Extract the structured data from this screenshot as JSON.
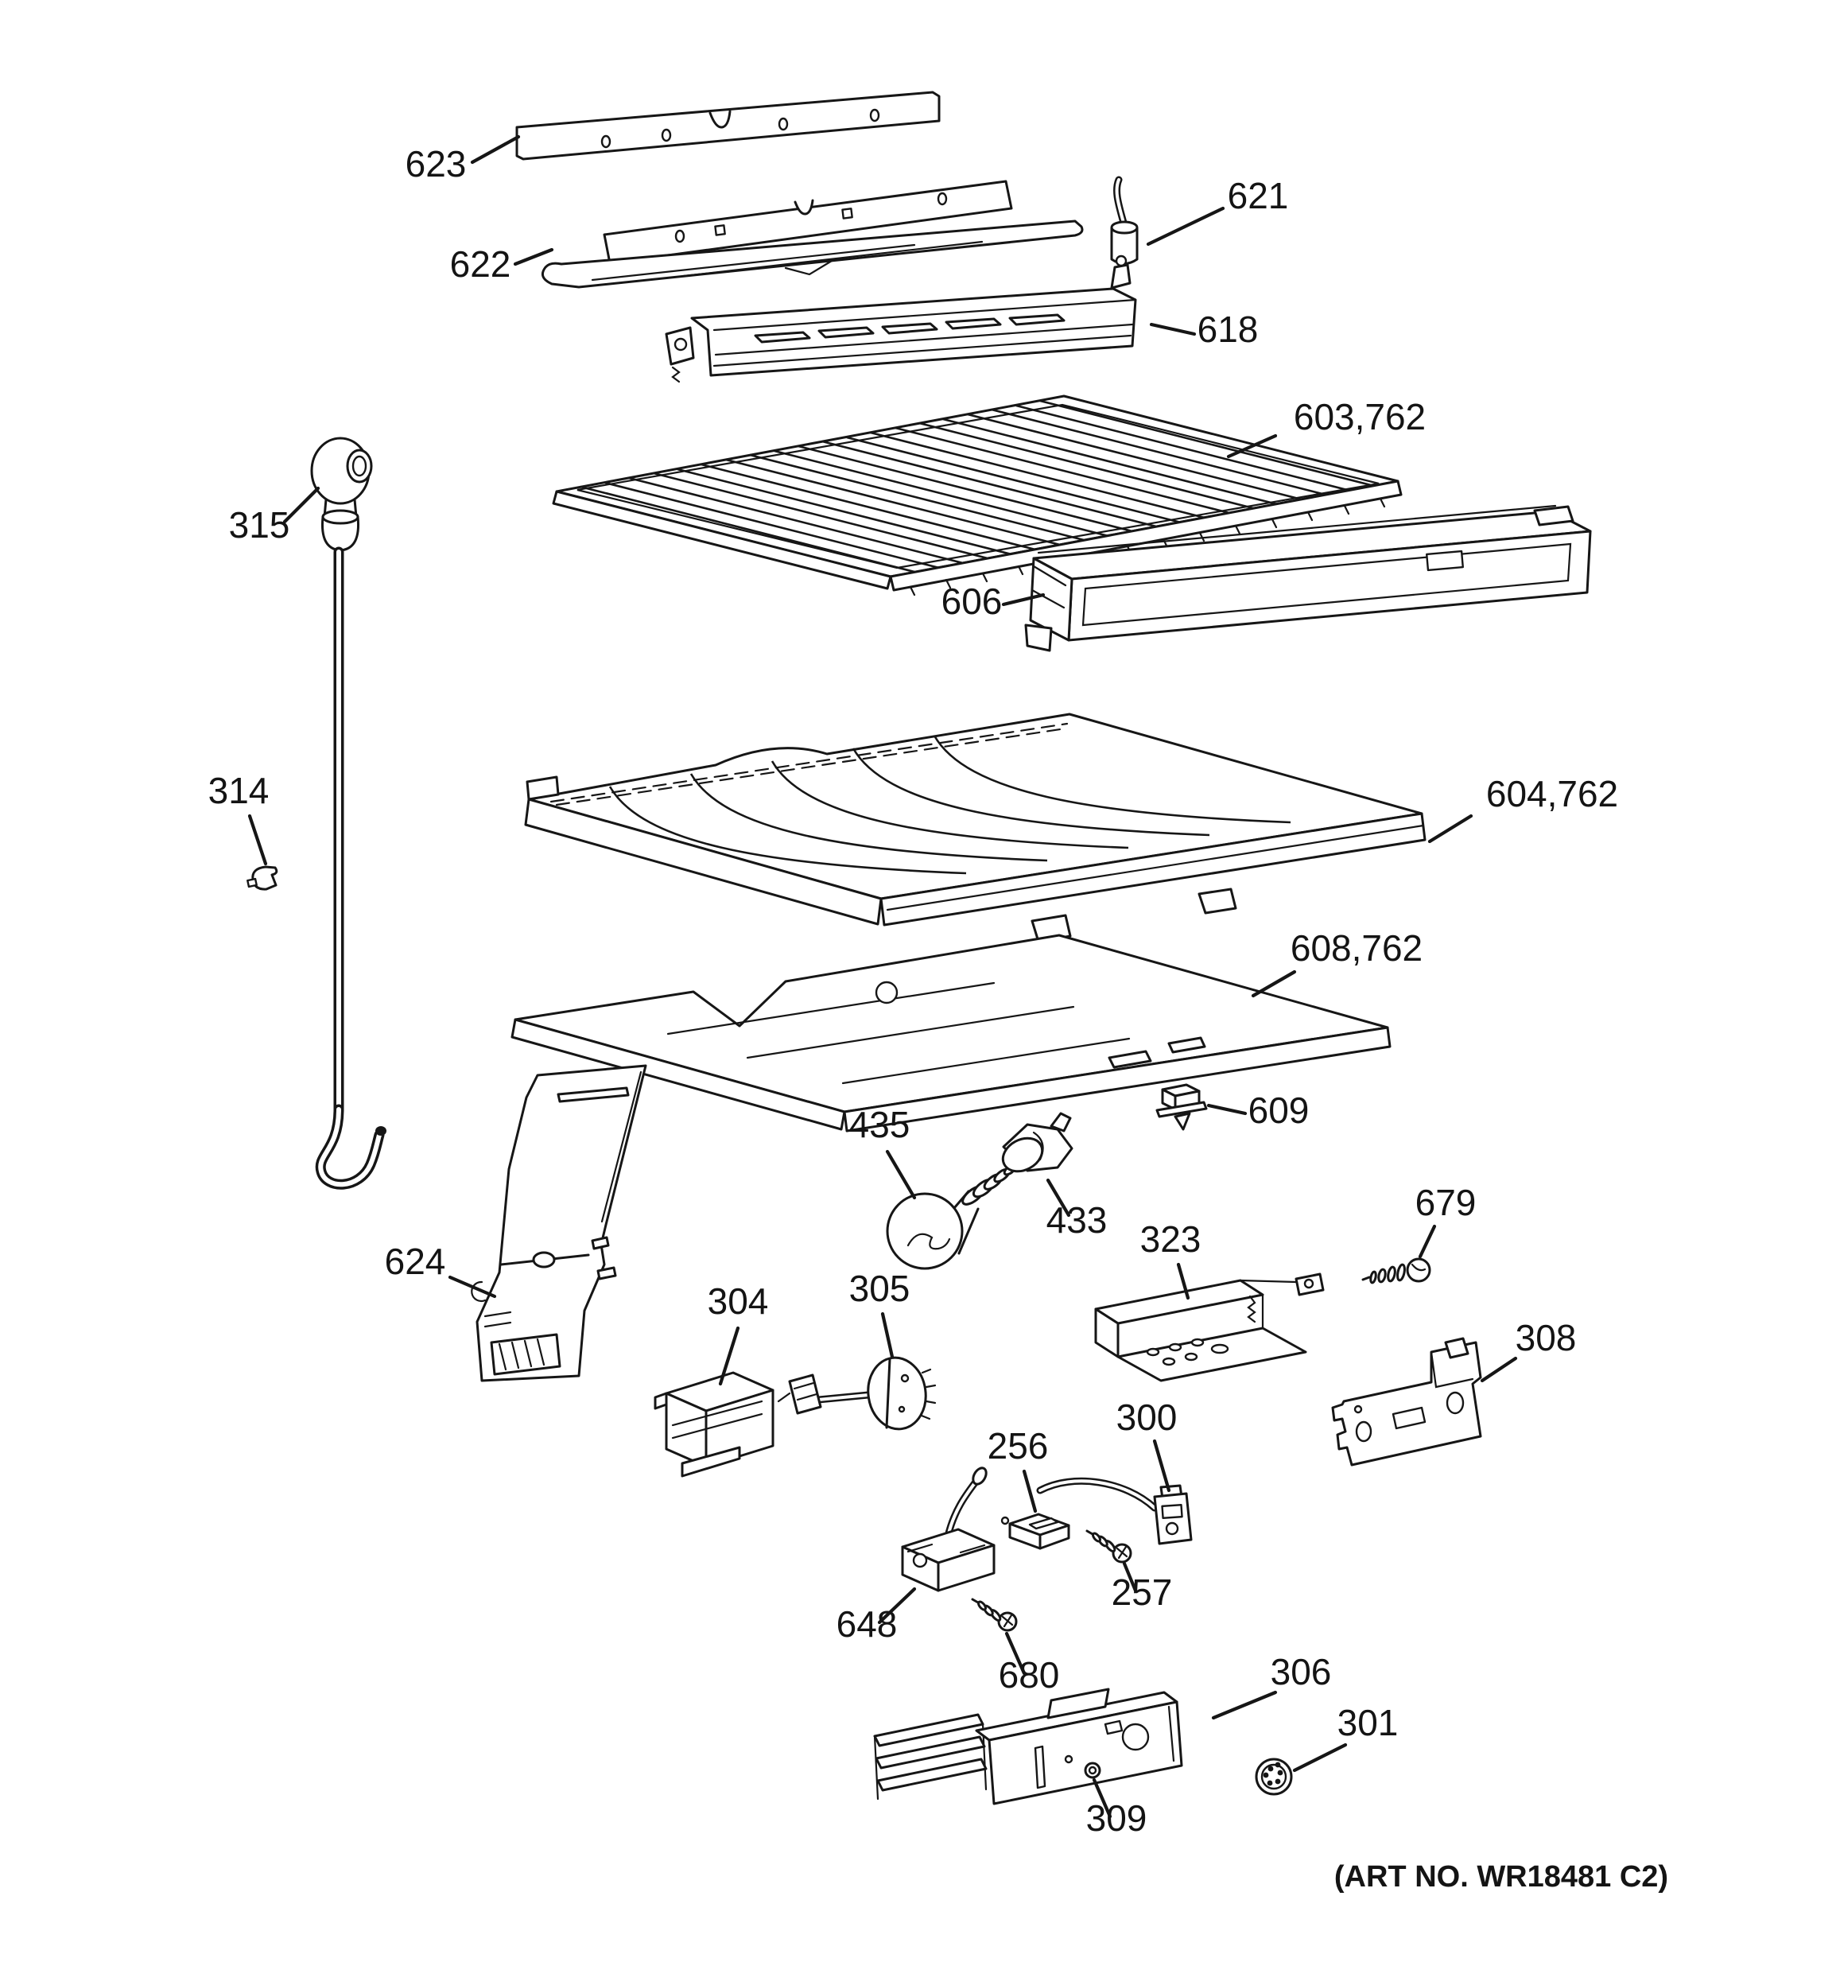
{
  "doc": {
    "type": "exploded-parts-diagram",
    "footer_note": "(ART NO. WR18481 C2)",
    "colors": {
      "line": "#161616",
      "background": "#ffffff"
    }
  },
  "labels": {
    "l623": "623",
    "l622": "622",
    "l621": "621",
    "l618": "618",
    "l603": "603,762",
    "l606": "606",
    "l604": "604,762",
    "l608": "608,762",
    "l315": "315",
    "l314": "314",
    "l624": "624",
    "l435": "435",
    "l433": "433",
    "l609": "609",
    "l679": "679",
    "l323": "323",
    "l304": "304",
    "l305": "305",
    "l308": "308",
    "l300": "300",
    "l256": "256",
    "l257": "257",
    "l648": "648",
    "l680": "680",
    "l306": "306",
    "l301": "301",
    "l309": "309"
  }
}
